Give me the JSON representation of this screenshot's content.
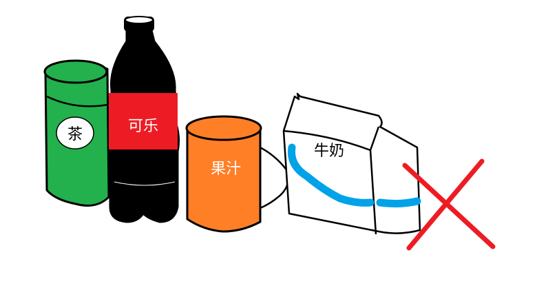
{
  "items": {
    "tea": {
      "label": "茶",
      "color": "#22b14c"
    },
    "cola": {
      "label": "可乐",
      "color": "#ed1c24"
    },
    "juice": {
      "label": "果汁",
      "color": "#ff7f27"
    },
    "milk": {
      "label": "牛奶",
      "stripe_color": "#00a2e8"
    }
  },
  "cross_mark": {
    "color": "#ed1c24"
  }
}
